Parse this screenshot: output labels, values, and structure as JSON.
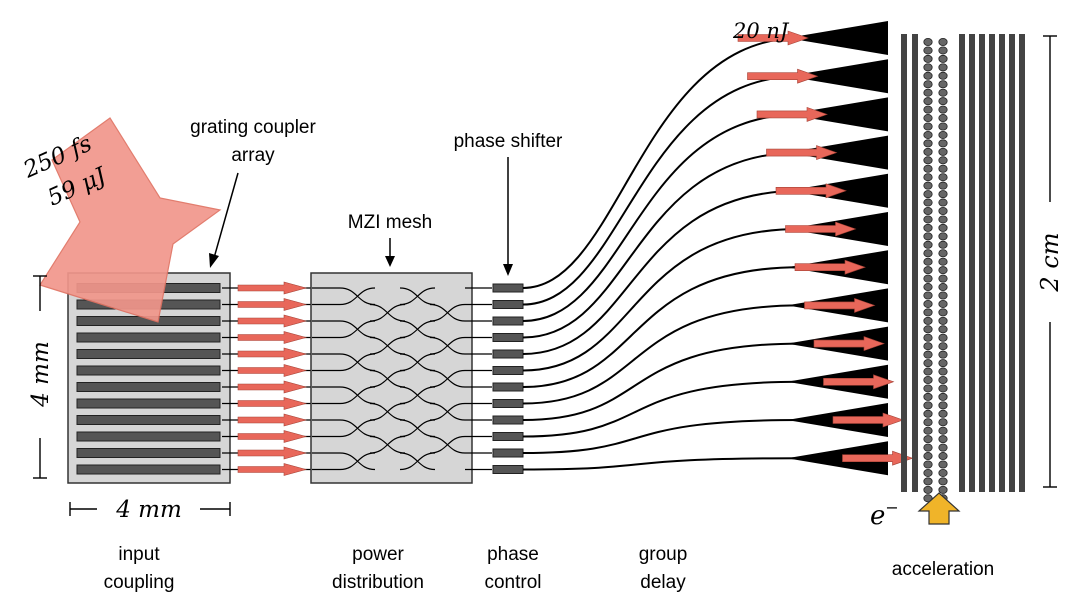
{
  "labels": {
    "pulse_duration": "250 fs",
    "pulse_energy": "59 μJ",
    "grating_coupler_line1": "grating coupler",
    "grating_coupler_line2": "array",
    "mzi_mesh": "MZI mesh",
    "phase_shifter": "phase shifter",
    "output_energy": "20 nJ",
    "chip_height": "4 mm",
    "chip_width": "4 mm",
    "total_height": "2 cm",
    "electron": "e",
    "electron_superscript": "−"
  },
  "stages": {
    "input_line1": "input",
    "input_line2": "coupling",
    "power_line1": "power",
    "power_line2": "distribution",
    "phase_line1": "phase",
    "phase_line2": "control",
    "delay_line1": "group",
    "delay_line2": "delay",
    "accel_line1": "acceleration"
  },
  "colors": {
    "laser_pulse": "#f1968b",
    "arrow": "#e8675a",
    "chip_box": "#d6d6d6",
    "waveguide": "#555555",
    "electron_arrow": "#f0b429"
  }
}
